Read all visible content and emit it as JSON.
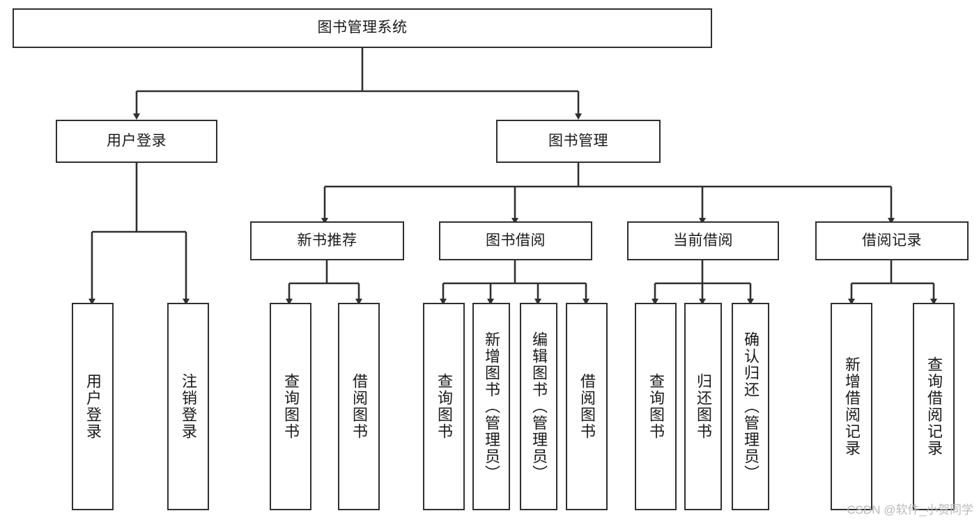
{
  "diagram": {
    "title": "图书管理系统",
    "type": "hierarchy-tree",
    "watermark": "CSDN @软件_小贺同学",
    "colors": {
      "stroke": "#2f2f2f",
      "fill": "#ffffff",
      "text": "#1a1a1a",
      "watermark": "#b9b9b9"
    },
    "levels": {
      "root": {
        "label": "图书管理系统"
      },
      "level2": [
        {
          "label": "用户登录"
        },
        {
          "label": "图书管理"
        }
      ],
      "level3": [
        {
          "label": "新书推荐"
        },
        {
          "label": "图书借阅"
        },
        {
          "label": "当前借阅"
        },
        {
          "label": "借阅记录"
        }
      ],
      "leaves": [
        {
          "label": "用户登录",
          "parent": "用户登录"
        },
        {
          "label": "注销登录",
          "parent": "用户登录"
        },
        {
          "label": "查询图书",
          "parent": "新书推荐"
        },
        {
          "label": "借阅图书",
          "parent": "新书推荐"
        },
        {
          "label": "查询图书",
          "parent": "图书借阅"
        },
        {
          "label": "新增图书（管理员）",
          "parent": "图书借阅"
        },
        {
          "label": "编辑图书（管理员）",
          "parent": "图书借阅"
        },
        {
          "label": "借阅图书",
          "parent": "图书借阅"
        },
        {
          "label": "查询图书",
          "parent": "当前借阅"
        },
        {
          "label": "归还图书",
          "parent": "当前借阅"
        },
        {
          "label": "确认归还（管理员）",
          "parent": "当前借阅"
        },
        {
          "label": "新增借阅记录",
          "parent": "借阅记录"
        },
        {
          "label": "查询借阅记录",
          "parent": "借阅记录"
        }
      ]
    }
  }
}
